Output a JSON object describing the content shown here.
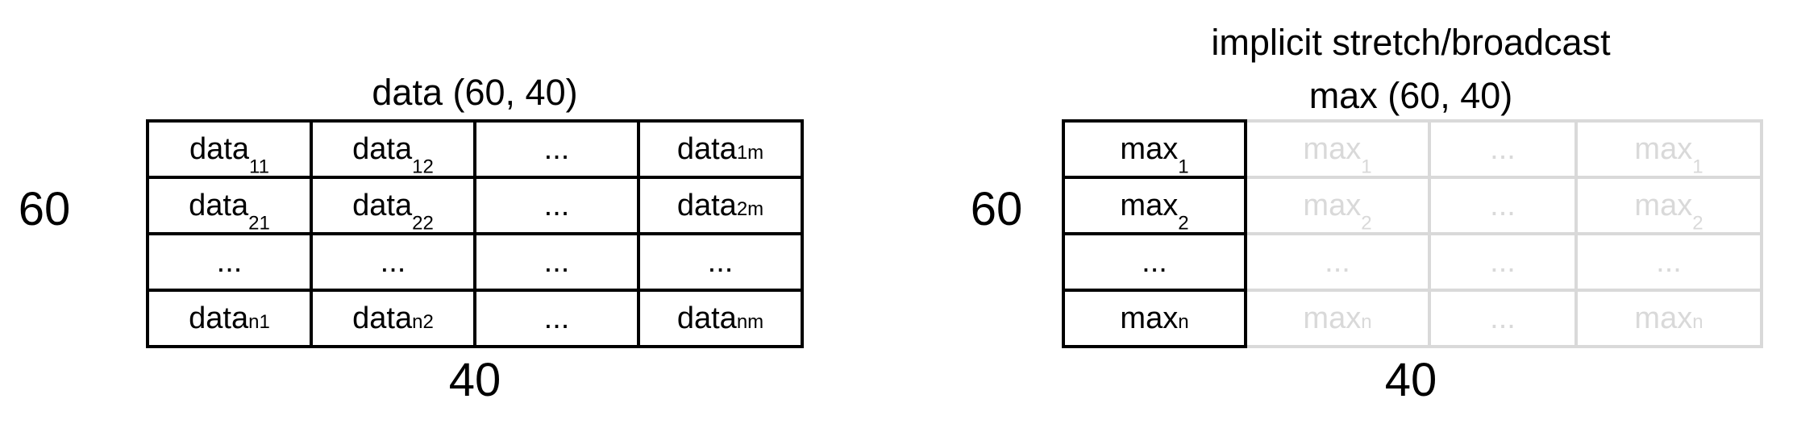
{
  "colors": {
    "ink": "#000000",
    "faded": "#d9d9d9",
    "background": "#ffffff"
  },
  "left_panel": {
    "title": "data (60, 40)",
    "row_count_label": "60",
    "col_count_label": "40",
    "table": {
      "rows": [
        [
          {
            "base": "data",
            "sub": "11"
          },
          {
            "base": "data",
            "sub": "12"
          },
          {
            "base": "..."
          },
          {
            "base": "data",
            "sub": "1m"
          }
        ],
        [
          {
            "base": "data",
            "sub": "21"
          },
          {
            "base": "data",
            "sub": "22"
          },
          {
            "base": "..."
          },
          {
            "base": "data",
            "sub": "2m"
          }
        ],
        [
          {
            "base": "..."
          },
          {
            "base": "..."
          },
          {
            "base": "..."
          },
          {
            "base": "..."
          }
        ],
        [
          {
            "base": "data",
            "sub": "n1"
          },
          {
            "base": "data",
            "sub": "n2"
          },
          {
            "base": "..."
          },
          {
            "base": "data",
            "sub": "nm"
          }
        ]
      ]
    }
  },
  "right_panel": {
    "title": "implicit stretch/broadcast",
    "subtitle": "max (60, 40)",
    "row_count_label": "60",
    "col_count_label": "40",
    "table": {
      "rows": [
        [
          {
            "base": "max",
            "sub": "1"
          },
          {
            "base": "max",
            "sub": "1",
            "faded": true
          },
          {
            "base": "...",
            "faded": true
          },
          {
            "base": "max",
            "sub": "1",
            "faded": true
          }
        ],
        [
          {
            "base": "max",
            "sub": "2"
          },
          {
            "base": "max",
            "sub": "2",
            "faded": true
          },
          {
            "base": "...",
            "faded": true
          },
          {
            "base": "max",
            "sub": "2",
            "faded": true
          }
        ],
        [
          {
            "base": "..."
          },
          {
            "base": "...",
            "faded": true
          },
          {
            "base": "...",
            "faded": true
          },
          {
            "base": "...",
            "faded": true
          }
        ],
        [
          {
            "base": "max",
            "sub": "n"
          },
          {
            "base": "max",
            "sub": "n",
            "faded": true
          },
          {
            "base": "...",
            "faded": true
          },
          {
            "base": "max",
            "sub": "n",
            "faded": true
          }
        ]
      ]
    }
  }
}
